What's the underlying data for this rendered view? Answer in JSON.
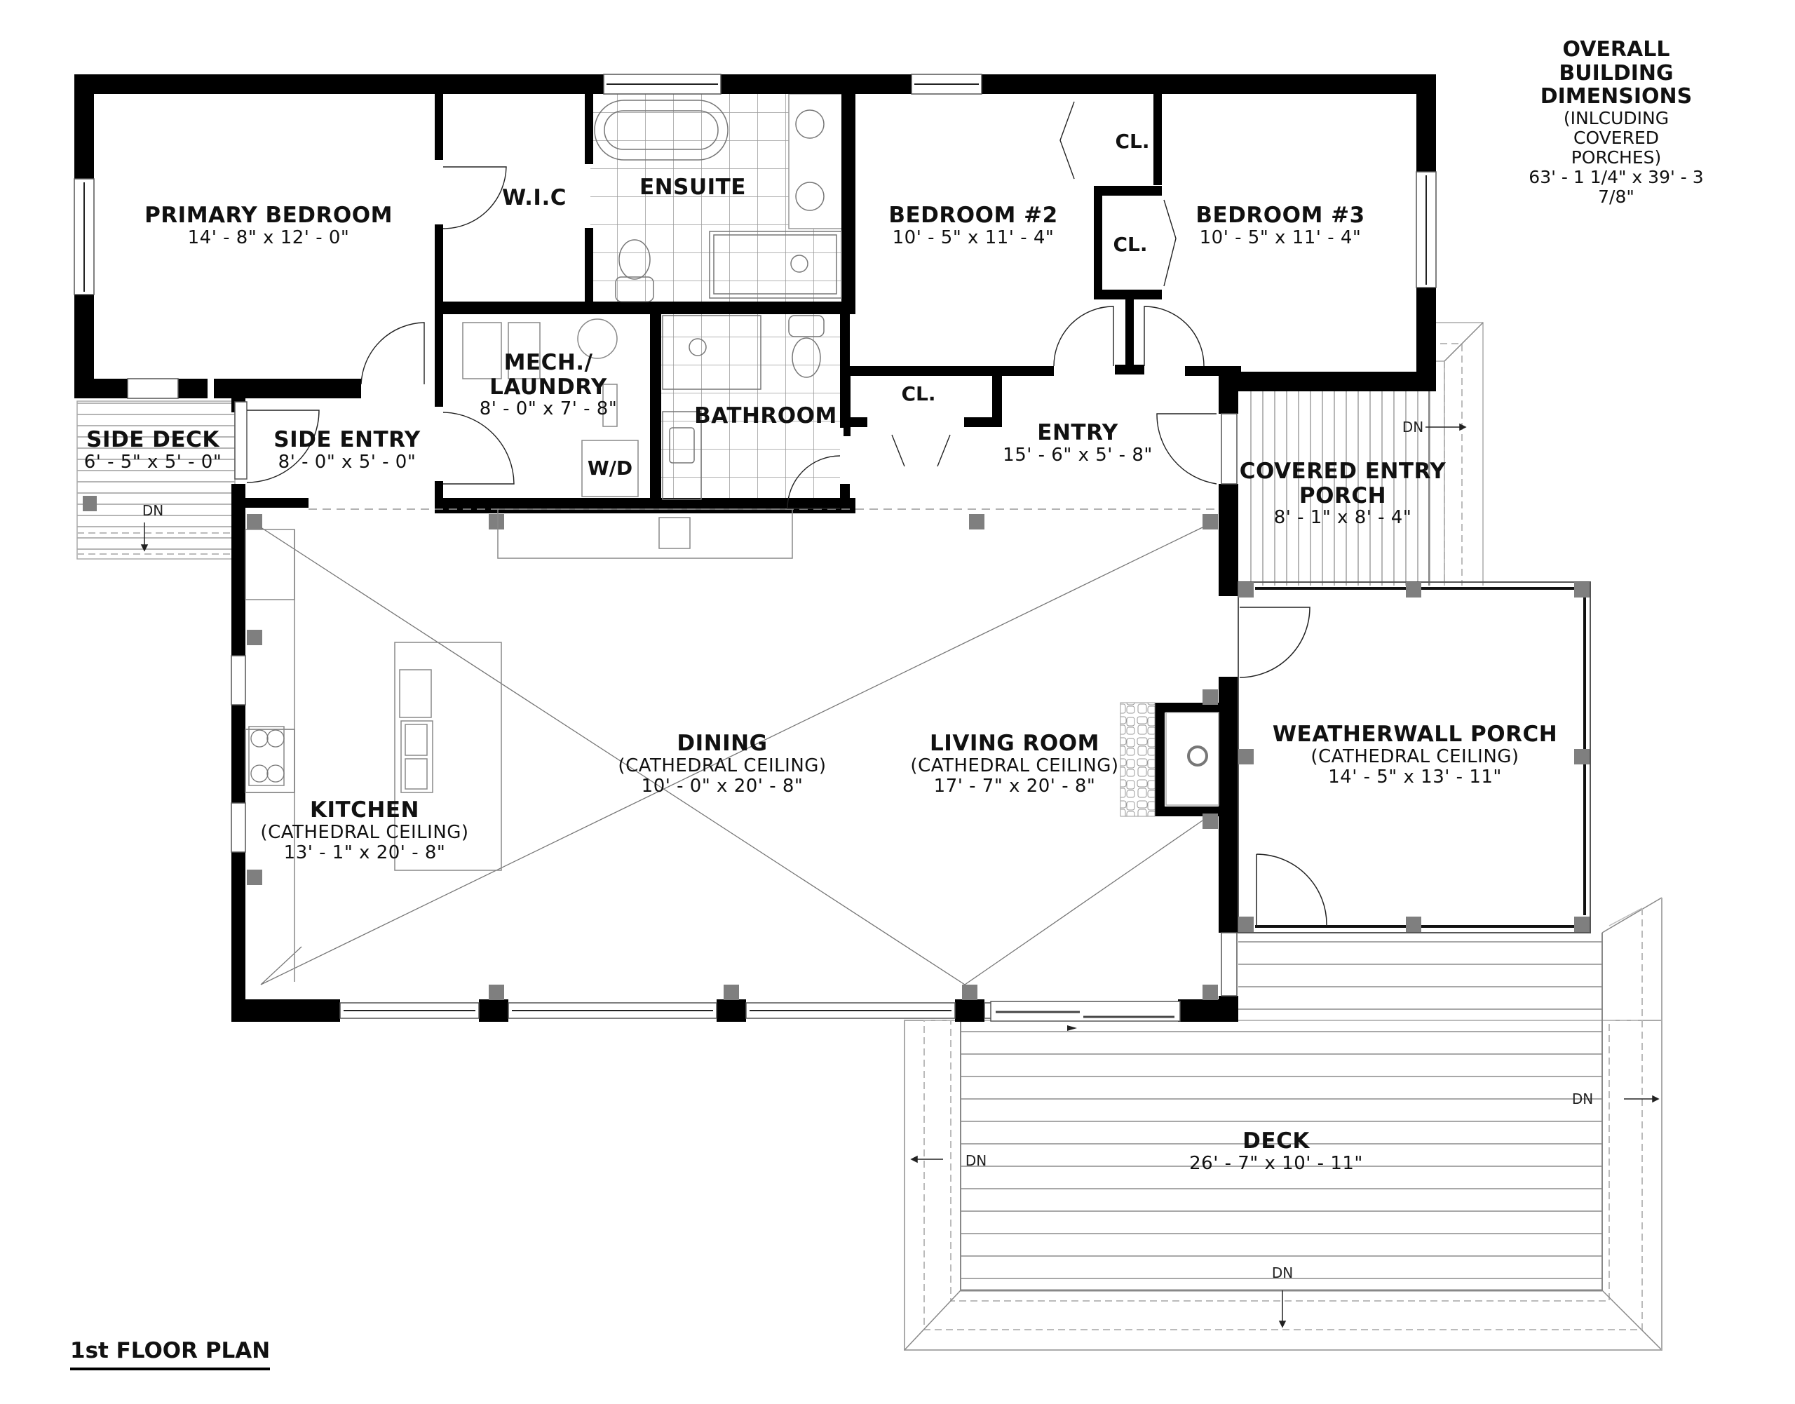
{
  "drawing": {
    "title": "1st FLOOR PLAN",
    "overall_dimensions": {
      "heading_line1": "OVERALL BUILDING",
      "heading_line2": "DIMENSIONS",
      "note": "(INLCUDING COVERED PORCHES)",
      "value": "63' - 1 1/4\" x 39' - 3 7/8\""
    },
    "colors": {
      "wall": "#000000",
      "post": "#7f7f7f",
      "fixture_line": "#8a8a8a",
      "deck_board": "#b0b0b0",
      "background": "#ffffff"
    }
  },
  "rooms": {
    "primary_bedroom": {
      "name": "PRIMARY BEDROOM",
      "dims": "14' - 8\" x 12' - 0\""
    },
    "wic": {
      "name": "W.I.C"
    },
    "ensuite": {
      "name": "ENSUITE"
    },
    "bedroom2": {
      "name": "BEDROOM #2",
      "dims": "10' - 5\" x 11' - 4\""
    },
    "bedroom3": {
      "name": "BEDROOM #3",
      "dims": "10' - 5\" x 11' - 4\""
    },
    "closet_upper": {
      "name": "CL."
    },
    "closet_lower": {
      "name": "CL."
    },
    "closet_entry": {
      "name": "CL."
    },
    "mech_laundry": {
      "name_line1": "MECH./",
      "name_line2": "LAUNDRY",
      "dims": "8' - 0\" x 7' - 8\""
    },
    "washer_dryer": {
      "name": "W/D"
    },
    "bathroom": {
      "name": "BATHROOM"
    },
    "side_deck": {
      "name": "SIDE DECK",
      "dims": "6' - 5\" x 5' - 0\""
    },
    "side_entry": {
      "name": "SIDE ENTRY",
      "dims": "8' - 0\" x 5' - 0\""
    },
    "entry": {
      "name": "ENTRY",
      "dims": "15' - 6\" x 5' - 8\""
    },
    "covered_entry_porch": {
      "name_line1": "COVERED ENTRY",
      "name_line2": "PORCH",
      "dims": "8' - 1\" x 8' - 4\""
    },
    "kitchen": {
      "name": "KITCHEN",
      "note": "(CATHEDRAL CEILING)",
      "dims": "13' - 1\" x 20' - 8\""
    },
    "dining": {
      "name": "DINING",
      "note": "(CATHEDRAL CEILING)",
      "dims": "10' - 0\" x 20' - 8\""
    },
    "living_room": {
      "name": "LIVING ROOM",
      "note": "(CATHEDRAL CEILING)",
      "dims": "17' - 7\" x 20' - 8\""
    },
    "weatherwall_porch": {
      "name": "WEATHERWALL PORCH",
      "note": "(CATHEDRAL CEILING)",
      "dims": "14' - 5\" x 13' - 11\""
    },
    "deck": {
      "name": "DECK",
      "dims": "26' - 7\" x 10' - 11\""
    }
  },
  "stair_labels": {
    "side_deck_dn": "DN",
    "porch_dn": "DN",
    "deck_right_dn": "DN",
    "deck_left_dn": "DN",
    "deck_bottom_dn": "DN"
  }
}
